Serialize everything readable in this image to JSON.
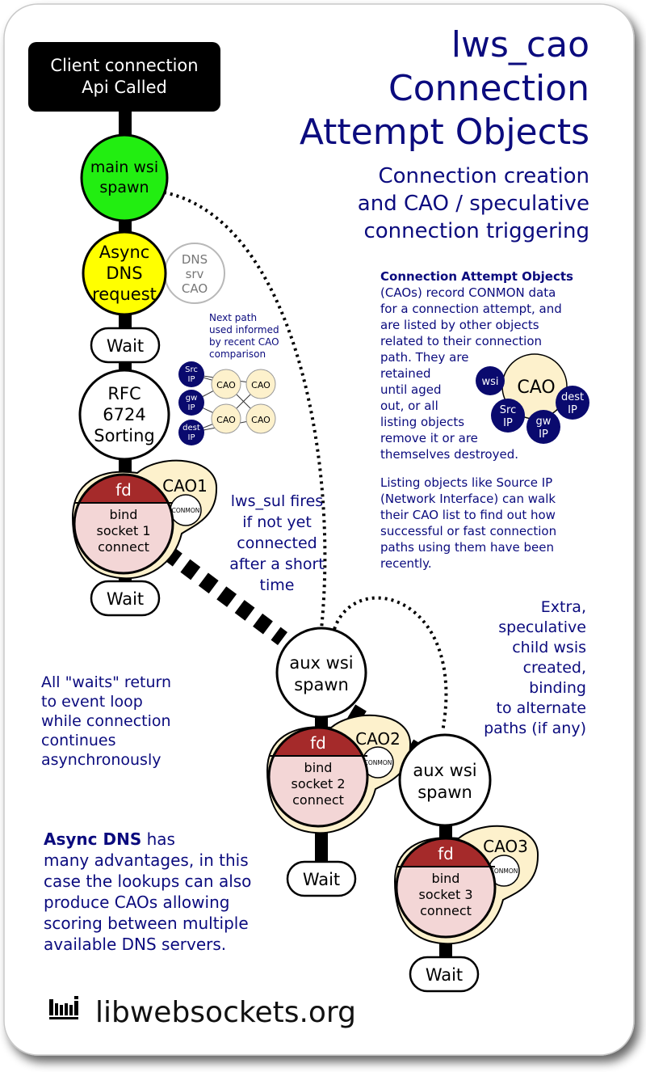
{
  "title": {
    "line1": "lws_cao",
    "line2": "Connection",
    "line3": "Attempt Objects"
  },
  "subtitle": {
    "line1": "Connection creation",
    "line2": "and CAO / speculative",
    "line3": "connection triggering"
  },
  "client_box": {
    "line1": "Client connection",
    "line2": "Api Called"
  },
  "main_wsi": {
    "line1": "main wsi",
    "line2": "spawn"
  },
  "async_dns": {
    "line1": "Async",
    "line2": "DNS",
    "line3": "request"
  },
  "dns_srv": {
    "line1": "DNS",
    "line2": "srv",
    "line3": "CAO"
  },
  "wait_label": "Wait",
  "rfc": {
    "line1": "RFC",
    "line2": "6724",
    "line3": "Sorting"
  },
  "next_path_note": {
    "line1": "Next path",
    "line2": "used informed",
    "line3": "by recent CAO",
    "line4": "comparison"
  },
  "mini_graph": {
    "src": {
      "line1": "Src",
      "line2": "IP"
    },
    "gw": {
      "line1": "gw",
      "line2": "IP"
    },
    "dest": {
      "line1": "dest",
      "line2": "IP"
    },
    "cao": "CAO"
  },
  "sockets": {
    "fd_label": "fd",
    "conmon_label": "CONMON",
    "cao1": {
      "label": "CAO1",
      "line1": "bind",
      "line2": "socket 1",
      "line3": "connect"
    },
    "cao2": {
      "label": "CAO2",
      "line1": "bind",
      "line2": "socket 2",
      "line3": "connect"
    },
    "cao3": {
      "label": "CAO3",
      "line1": "bind",
      "line2": "socket 3",
      "line3": "connect"
    }
  },
  "aux_wsi": {
    "line1": "aux wsi",
    "line2": "spawn"
  },
  "sul_note": {
    "line1": "lws_sul fires",
    "line2": "if not yet",
    "line3": "connected",
    "line4": "after a short",
    "line5": "time"
  },
  "cao_desc": {
    "heading": "Connection Attempt Objects",
    "l1": "(CAOs) record CONMON data",
    "l2": "for a connection attempt, and",
    "l3": "are listed by other objects",
    "l4": "related to their connection",
    "l5": "path.  They are",
    "l6": "retained",
    "l7": "until aged",
    "l8": "out, or all",
    "l9": "listing objects",
    "l10": "remove it or are",
    "l11": "themselves destroyed."
  },
  "cao_cluster": {
    "cao": "CAO",
    "wsi": "wsi",
    "src": {
      "line1": "Src",
      "line2": "IP"
    },
    "gw": {
      "line1": "gw",
      "line2": "IP"
    },
    "dest": {
      "line1": "dest",
      "line2": "IP"
    }
  },
  "listing_desc": {
    "l1": "Listing objects like Source IP",
    "l2": "(Network Interface) can walk",
    "l3": "their CAO list to find out how",
    "l4": "successful or fast connection",
    "l5": "paths using them have been",
    "l6": "recently."
  },
  "extra_note": {
    "l1": "Extra,",
    "l2": "speculative",
    "l3": "child wsis",
    "l4": "created,",
    "l5": "binding",
    "l6": "to alternate",
    "l7": "paths (if any)"
  },
  "waits_note": {
    "l1": "All \"waits\" return",
    "l2": "to event loop",
    "l3": "while connection",
    "l4": "continues",
    "l5": "asynchronously"
  },
  "async_dns_note": {
    "bold": "Async DNS",
    "rest1": " has",
    "l2": "many advantages, in this",
    "l3": "case the lookups can also",
    "l4": "produce CAOs allowing",
    "l5": "scoring between multiple",
    "l6": "available DNS servers."
  },
  "footer": {
    "logo_icon": "libwebsockets-logo-icon",
    "text": "libwebsockets.org"
  },
  "colors": {
    "navy": "#0b0b7e",
    "green": "#22ee11",
    "yellow": "#ffff00",
    "cream": "#fdf1cc",
    "fd_red": "#a52a2a",
    "socket_pink": "#f3d6d6",
    "dark_navy_circle": "#0a0a6e"
  }
}
